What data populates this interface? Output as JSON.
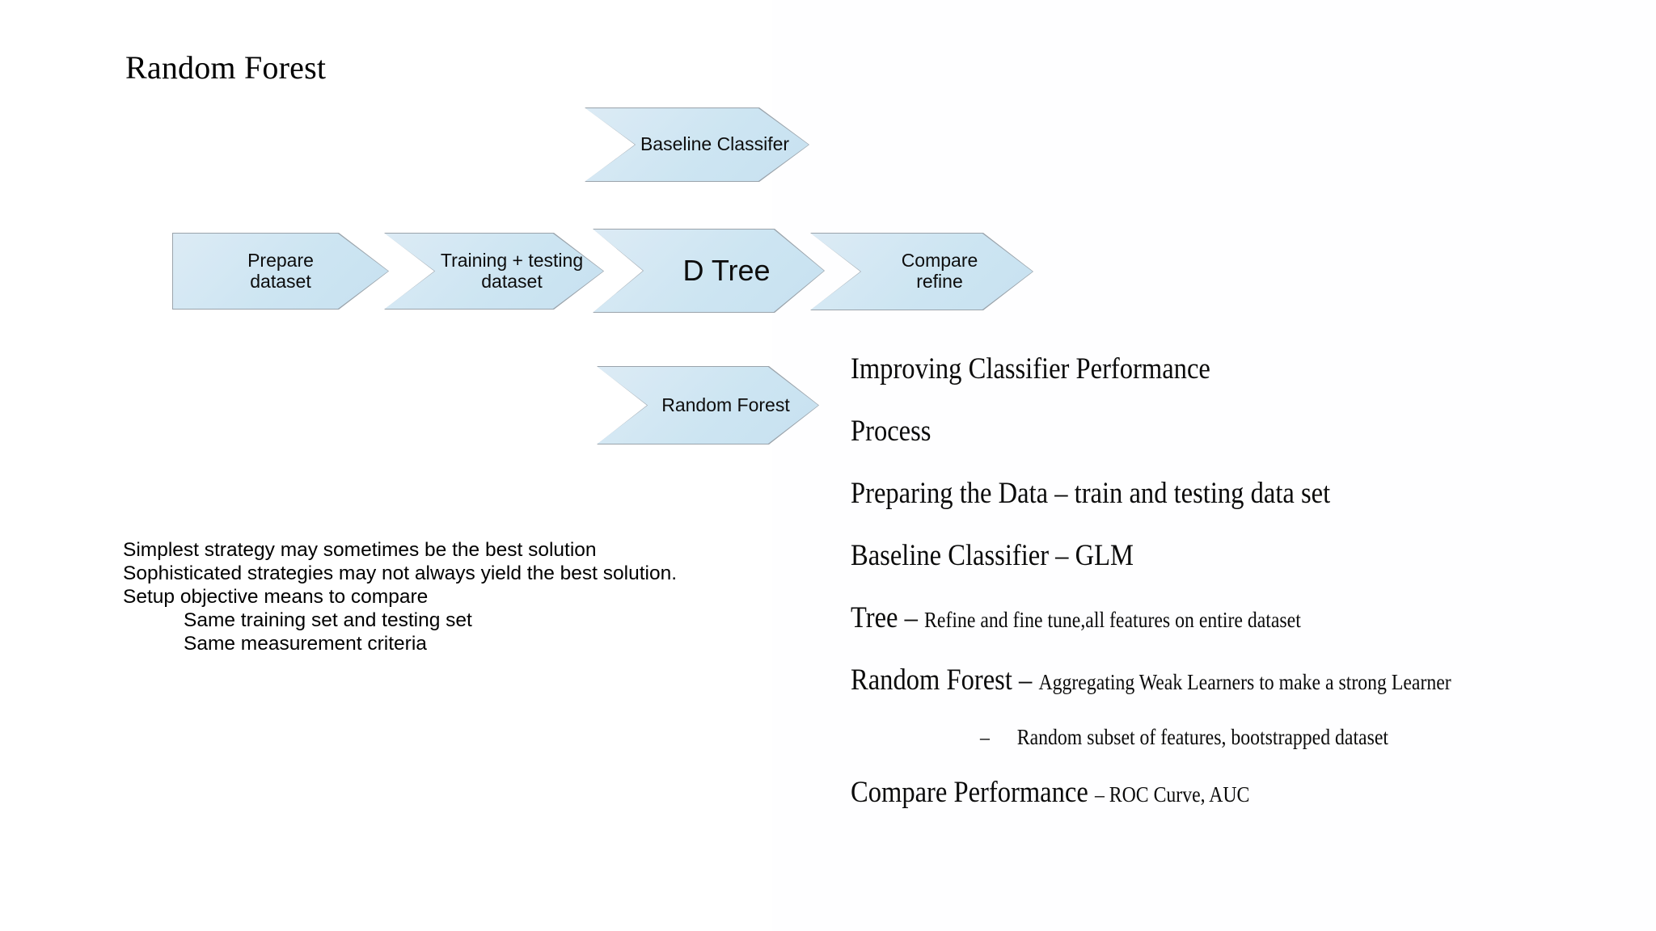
{
  "slide": {
    "title": "Random Forest",
    "background_color": "#ffffff",
    "shape_fill_color": "#cde5f2",
    "shape_border_color": "#9aa3ab",
    "text_color": "#000000"
  },
  "flow": {
    "top_row": [
      {
        "label": "Baseline Classifer",
        "name": "chevron-baseline-classifer"
      }
    ],
    "main_row": [
      {
        "label": "Prepare\ndataset",
        "name": "chevron-prepare-dataset"
      },
      {
        "label": "Training + testing\ndataset",
        "name": "chevron-training-testing-dataset"
      },
      {
        "label": "D Tree",
        "name": "chevron-d-tree"
      },
      {
        "label": "Compare\nrefine",
        "name": "chevron-compare-refine"
      }
    ],
    "bottom_row": [
      {
        "label": "Random Forest",
        "name": "chevron-random-forest"
      }
    ]
  },
  "notes": {
    "lines": [
      {
        "text": "Simplest strategy may sometimes be the best solution",
        "indent": false
      },
      {
        "text": "Sophisticated strategies may not always yield the best solution.",
        "indent": false
      },
      {
        "text": "Setup objective means to compare",
        "indent": false
      },
      {
        "text": "Same training set and testing set",
        "indent": true
      },
      {
        "text": "Same measurement criteria",
        "indent": true
      }
    ]
  },
  "outline": {
    "items": [
      {
        "lead": "Improving Classifier Performance",
        "tail": "",
        "sub": false
      },
      {
        "lead": "Process",
        "tail": "",
        "sub": false
      },
      {
        "lead": "Preparing the Data – train and testing data set",
        "tail": "",
        "sub": false
      },
      {
        "lead": "Baseline Classifier – GLM",
        "tail": "",
        "sub": false
      },
      {
        "lead": "Tree – ",
        "tail": "Refine and fine tune,all features on entire dataset",
        "sub": false
      },
      {
        "lead": "Random Forest – ",
        "tail": "Aggregating Weak Learners to make a strong Learner",
        "sub": false
      },
      {
        "dash": "–",
        "lead": "",
        "tail": "Random subset of features, bootstrapped dataset",
        "sub": true
      },
      {
        "lead": "Compare Performance ",
        "tail": "– ROC Curve, AUC",
        "sub": false
      }
    ]
  }
}
